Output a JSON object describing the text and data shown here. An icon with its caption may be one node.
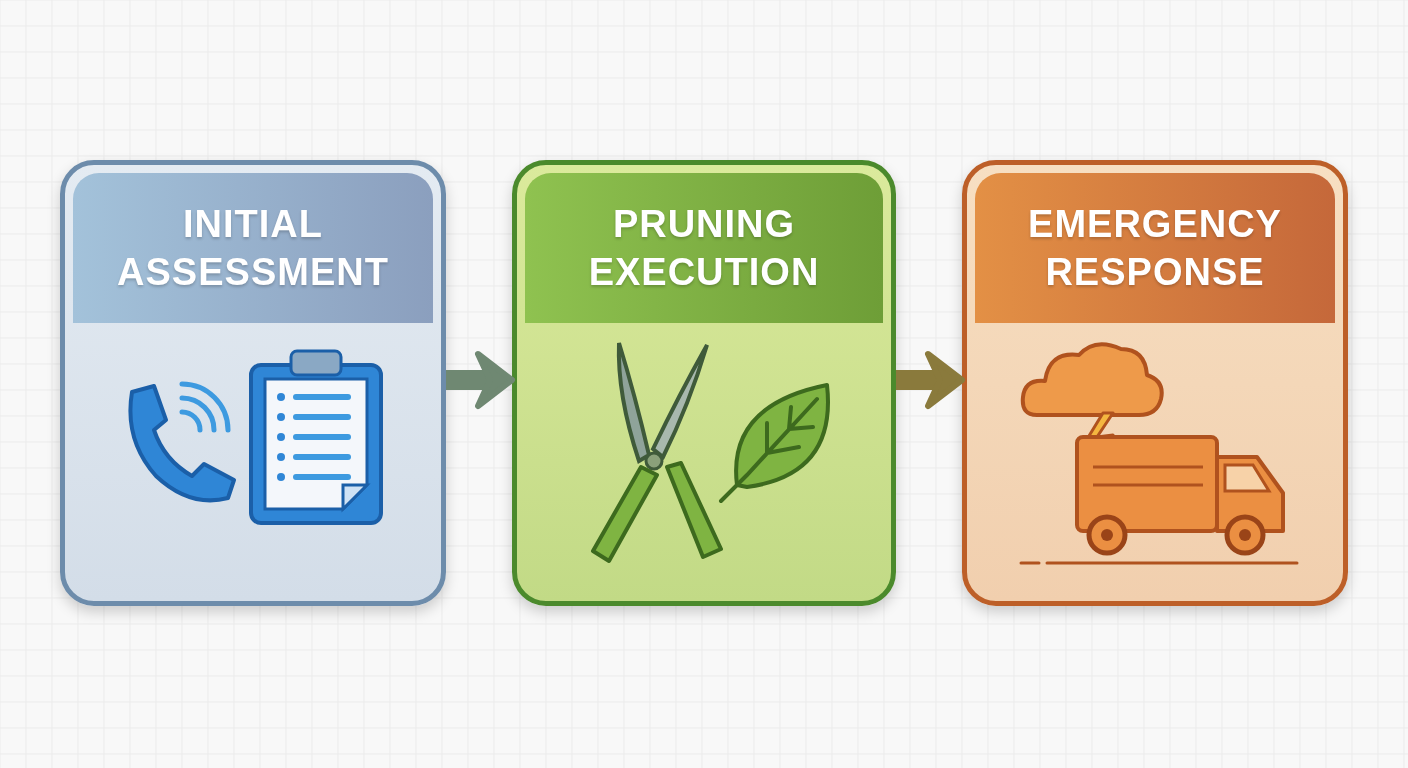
{
  "diagram": {
    "nodes": [
      {
        "text": [
          "INITIAL ASSESSMENT"
        ]
      },
      {
        "text": [
          "PRUNING EXECUTION"
        ]
      },
      {
        "text": [
          "EMERGENCY RESPONSE"
        ]
      }
    ],
    "edges": [
      {
        "from": 0,
        "to": 1,
        "arrow": "to",
        "color": "#6f8872"
      },
      {
        "from": 1,
        "to": 2,
        "arrow": "to",
        "color": "#8a7a3c"
      }
    ]
  }
}
